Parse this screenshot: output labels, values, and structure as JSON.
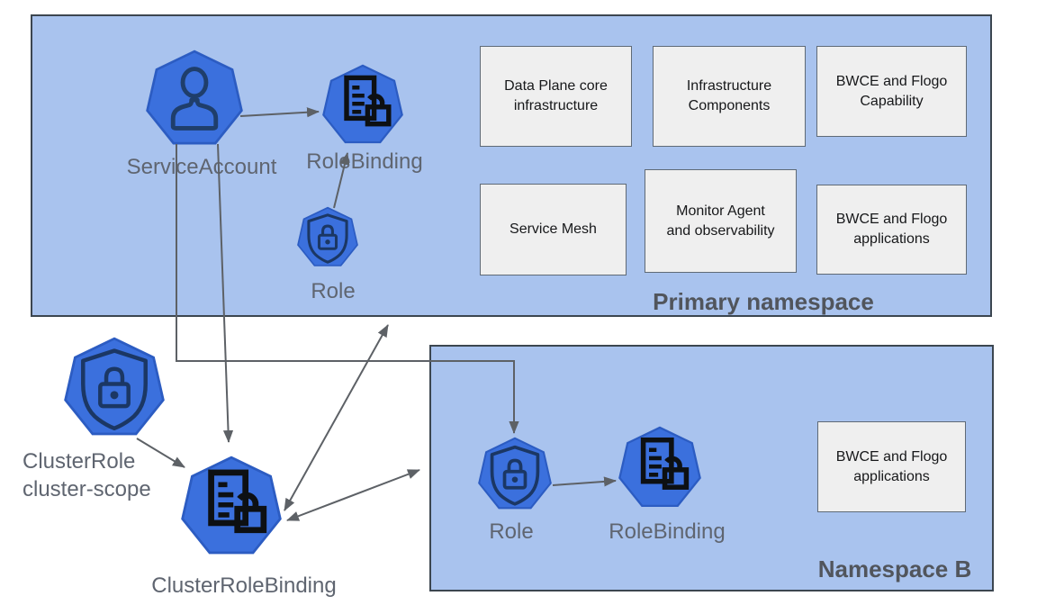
{
  "colors": {
    "namespace_fill": "#a9c3ee",
    "namespace_border": "#3c4650",
    "node_fill": "#3b70dd",
    "node_border": "#2c5cc2",
    "document_icon": "#0d1013",
    "shield_icon": "#1b3764",
    "component_box_fill": "#efefef",
    "component_box_border": "#5f6a76",
    "arrow": "#5d6166",
    "node_label": "#5f6570",
    "namespace_label": "#51555c"
  },
  "primary": {
    "label": "Primary namespace",
    "nodes": {
      "service_account": "ServiceAccount",
      "role_binding": "RoleBinding",
      "role": "Role"
    },
    "boxes": [
      "Data Plane core infrastructure",
      "Infrastructure Components",
      "BWCE and Flogo Capability",
      "Service Mesh",
      "Monitor Agent and observability",
      "BWCE and Flogo applications"
    ]
  },
  "namespace_b": {
    "label": "Namespace B",
    "nodes": {
      "role": "Role",
      "role_binding": "RoleBinding"
    },
    "boxes": [
      "BWCE and Flogo applications"
    ]
  },
  "cluster_scope": {
    "cluster_role": "ClusterRole\ncluster-scope",
    "cluster_role_binding": "ClusterRoleBinding"
  },
  "icons": {
    "service_account": "person-icon",
    "role": "shield-lock-icon",
    "role_binding": "document-lock-icon"
  }
}
